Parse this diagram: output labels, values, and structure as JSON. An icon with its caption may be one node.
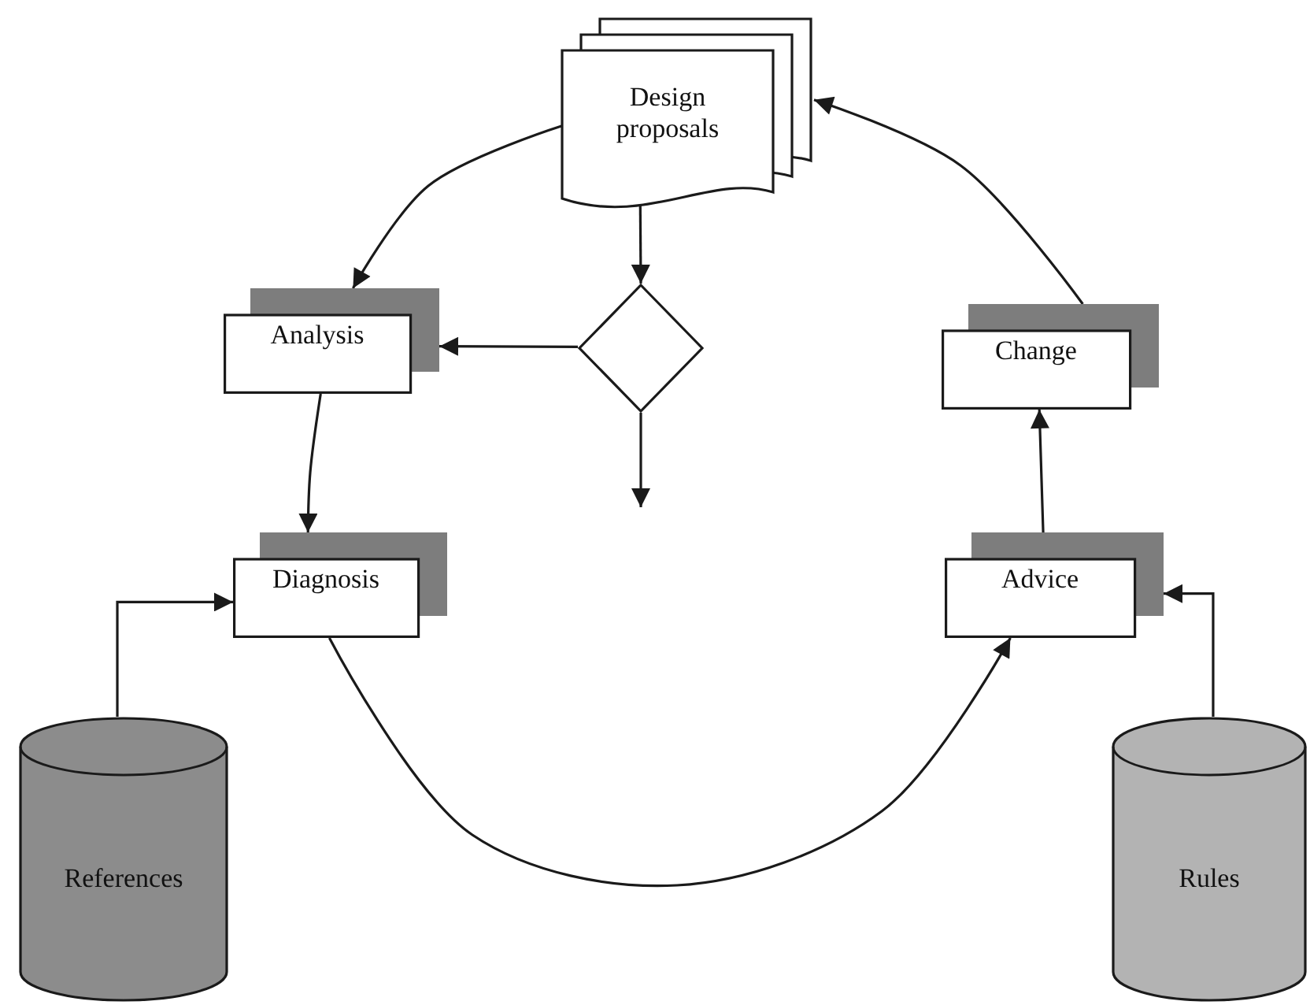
{
  "diagram": {
    "nodes": [
      {
        "text": [
          "Design proposals"
        ]
      },
      {
        "text": [],
        "shape": "diamond"
      },
      {
        "text": [
          "Analysis"
        ]
      },
      {
        "text": [
          "Diagnosis"
        ]
      },
      {
        "text": [
          "Change"
        ]
      },
      {
        "text": [
          "Advice"
        ]
      },
      {
        "text": [
          "References"
        ]
      },
      {
        "text": [
          "Rules"
        ]
      }
    ],
    "edges": [
      {
        "from": 0,
        "to": 2,
        "arrow": "to"
      },
      {
        "from": 0,
        "to": 1,
        "arrow": "to"
      },
      {
        "from": 1,
        "to": 2,
        "arrow": "to"
      },
      {
        "from": 1,
        "to": null,
        "arrow": "to"
      },
      {
        "from": 2,
        "to": 3,
        "arrow": "to"
      },
      {
        "from": 3,
        "to": 5,
        "arrow": "to"
      },
      {
        "from": 5,
        "to": 4,
        "arrow": "to"
      },
      {
        "from": 4,
        "to": 0,
        "arrow": "to"
      },
      {
        "from": 6,
        "to": 3,
        "arrow": "to"
      },
      {
        "from": 7,
        "to": 5,
        "arrow": "to"
      }
    ]
  }
}
